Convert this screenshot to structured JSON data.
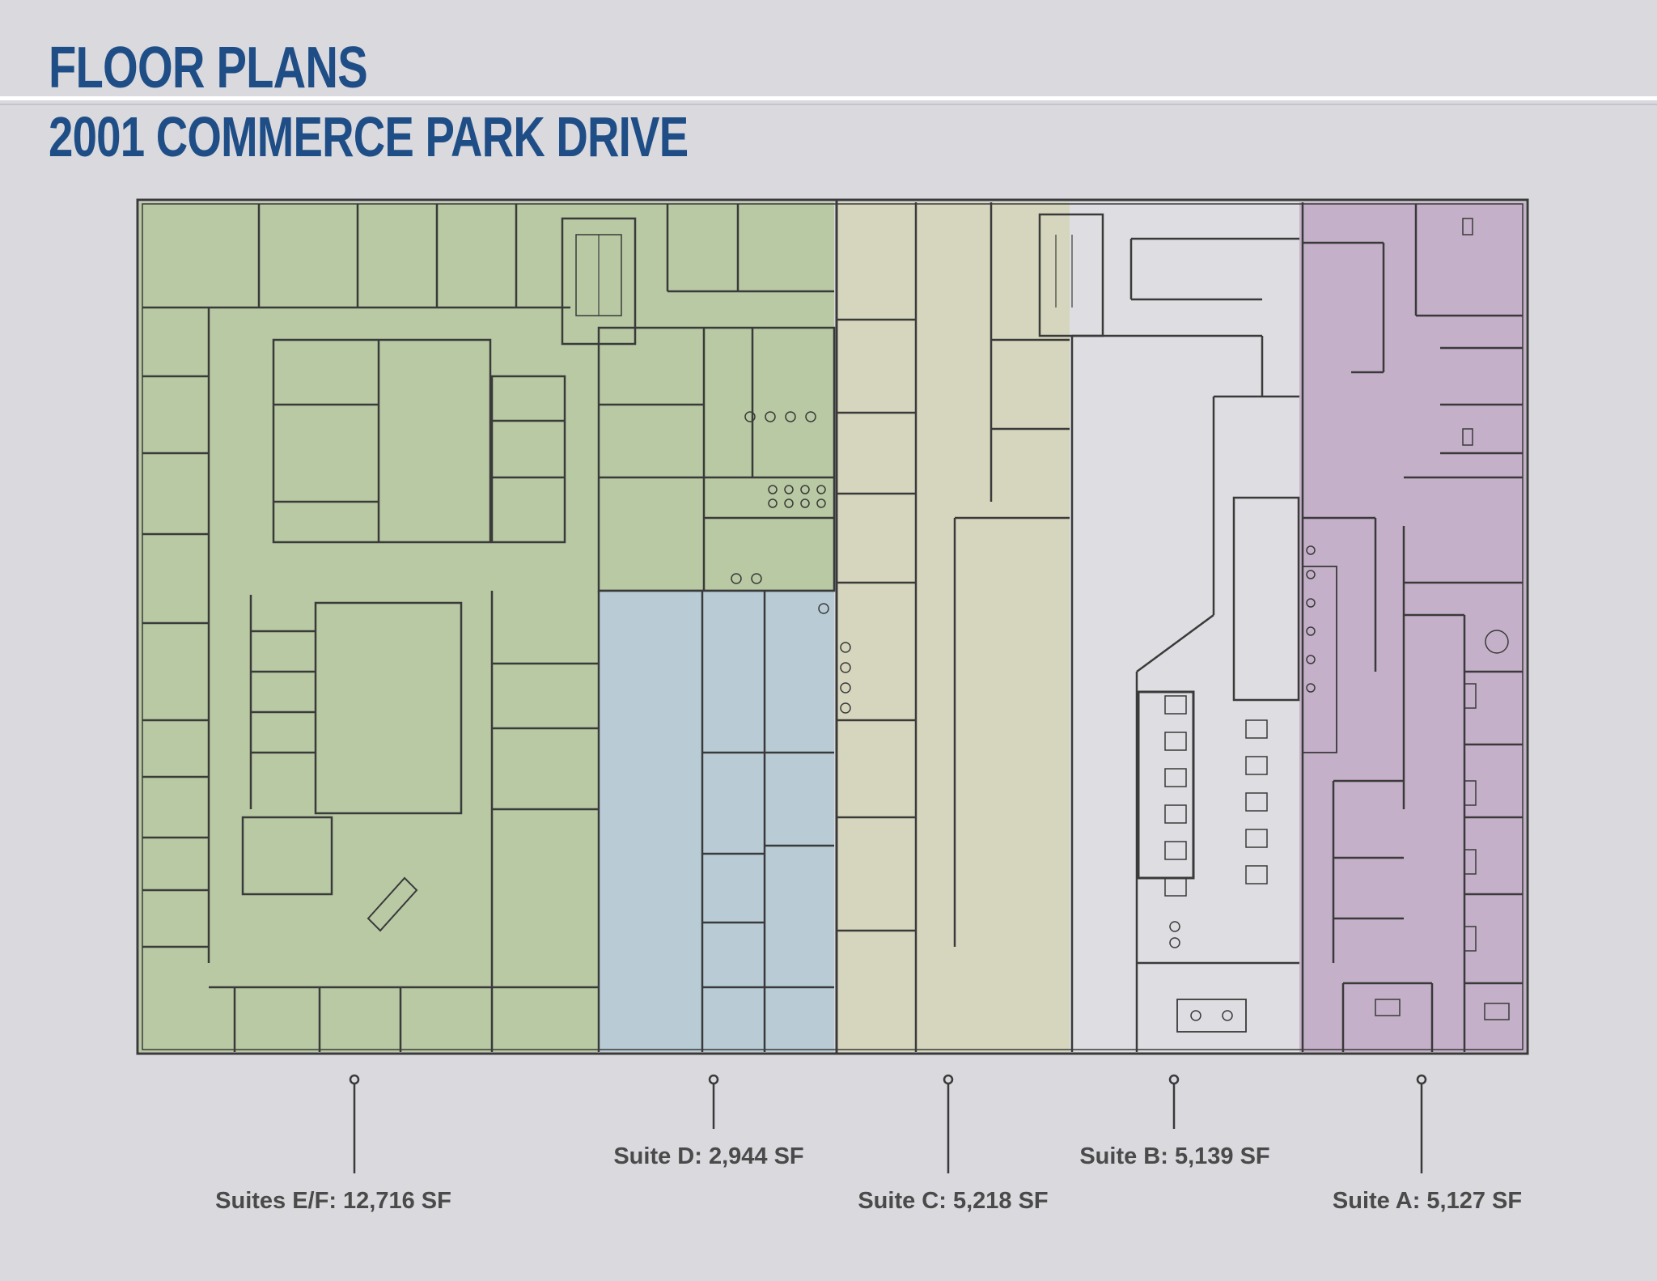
{
  "header": {
    "title": "FLOOR PLANS",
    "subtitle": "2001 COMMERCE PARK DRIVE"
  },
  "suites": [
    {
      "label": "Suites E/F: 12,716 SF",
      "color": "#b8c9a3"
    },
    {
      "label": "Suite D: 2,944 SF",
      "color": "#b9ccd6"
    },
    {
      "label": "Suite C: 5,218 SF",
      "color": "#d6d6be"
    },
    {
      "label": "Suite B: 5,139 SF",
      "color": "#dedee2"
    },
    {
      "label": "Suite A: 5,127 SF",
      "color": "#c5b0c9"
    }
  ],
  "colors": {
    "title": "#1f4e87",
    "wall": "#3a3a3a",
    "background": "#d9d9de"
  }
}
